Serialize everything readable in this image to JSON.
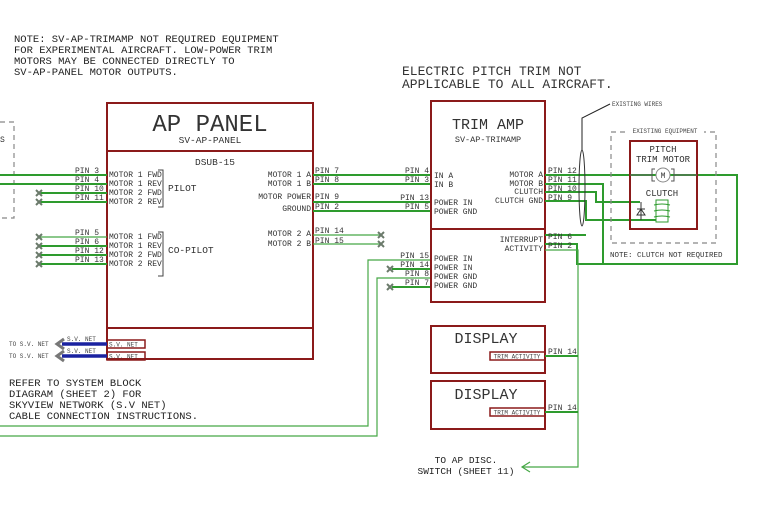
{
  "notes": {
    "trimamp_note": [
      "NOTE: SV-AP-TRIMAMP NOT REQUIRED EQUIPMENT",
      "FOR EXPERIMENTAL AIRCRAFT. LOW-POWER TRIM",
      "MOTORS MAY BE CONNECTED DIRECTLY TO",
      "SV-AP-PANEL MOTOR OUTPUTS."
    ],
    "pitch_trim_note": [
      "ELECTRIC PITCH TRIM NOT",
      "APPLICABLE TO ALL AIRCRAFT."
    ],
    "svnet_note": [
      "REFER TO SYSTEM BLOCK",
      "DIAGRAM (SHEET 2) FOR",
      "SKYVIEW NETWORK (S.V NET)",
      "CABLE CONNECTION INSTRUCTIONS."
    ],
    "existing_wires": "EXISTING WIRES",
    "existing_equipment": "EXISTING EQUIPMENT",
    "clutch_note": "NOTE: CLUTCH NOT REQUIRED",
    "ap_disc": [
      "TO AP DISC.",
      "SWITCH (SHEET 11)"
    ],
    "left_partial": "S"
  },
  "ap_panel": {
    "title": "AP PANEL",
    "model": "SV-AP-PANEL",
    "connector": "DSUB-15",
    "pilot_group": "PILOT",
    "copilot_group": "CO-PILOT",
    "pilot_pins": [
      {
        "pin": "PIN 3",
        "label": "MOTOR 1 FWD"
      },
      {
        "pin": "PIN 4",
        "label": "MOTOR 1 REV"
      },
      {
        "pin": "PIN 10",
        "label": "MOTOR 2 FWD"
      },
      {
        "pin": "PIN 11",
        "label": "MOTOR 2 REV"
      }
    ],
    "copilot_pins": [
      {
        "pin": "PIN 5",
        "label": "MOTOR 1 FWD"
      },
      {
        "pin": "PIN 6",
        "label": "MOTOR 1 REV"
      },
      {
        "pin": "PIN 12",
        "label": "MOTOR 2 FWD"
      },
      {
        "pin": "PIN 13",
        "label": "MOTOR 2 REV"
      }
    ],
    "right_pins": [
      {
        "pin": "PIN 7",
        "label": "MOTOR 1 A"
      },
      {
        "pin": "PIN 8",
        "label": "MOTOR 1 B"
      },
      {
        "pin": "PIN 9",
        "label": "MOTOR POWER"
      },
      {
        "pin": "PIN 2",
        "label": "GROUND"
      },
      {
        "pin": "PIN 14",
        "label": "MOTOR 2 A"
      },
      {
        "pin": "PIN 15",
        "label": "MOTOR 2 B"
      }
    ],
    "svnet_ports": [
      "S.V. NET",
      "S.V. NET"
    ],
    "svnet_wire_label": "S.V. NET",
    "svnet_dest": "TO S.V. NET"
  },
  "trim_amp": {
    "title": "TRIM AMP",
    "model": "SV-AP-TRIMAMP",
    "left_pins_top": [
      {
        "pin": "PIN 4",
        "label": "IN A"
      },
      {
        "pin": "PIN 3",
        "label": "IN B"
      },
      {
        "pin": "PIN 13",
        "label": "POWER IN"
      },
      {
        "pin": "PIN 5",
        "label": "POWER GND"
      }
    ],
    "right_pins_top": [
      {
        "pin": "PIN 12",
        "label": "MOTOR A"
      },
      {
        "pin": "PIN 11",
        "label": "MOTOR B"
      },
      {
        "pin": "PIN 10",
        "label": "CLUTCH"
      },
      {
        "pin": "PIN 9",
        "label": "CLUTCH GND"
      }
    ],
    "left_pins_bottom": [
      {
        "pin": "PIN 15",
        "label": "POWER IN"
      },
      {
        "pin": "PIN 14",
        "label": "POWER IN"
      },
      {
        "pin": "PIN 8",
        "label": "POWER GND"
      },
      {
        "pin": "PIN 7",
        "label": "POWER GND"
      }
    ],
    "right_pins_bottom": [
      {
        "pin": "PIN 6",
        "label": "INTERRUPT"
      },
      {
        "pin": "PIN 2",
        "label": "ACTIVITY"
      }
    ]
  },
  "pitch_trim_motor": {
    "title": [
      "PITCH",
      "TRIM MOTOR"
    ],
    "motor_symbol": "M",
    "clutch": "CLUTCH"
  },
  "displays": [
    {
      "title": "DISPLAY",
      "port": "TRIM ACTIVITY",
      "pin": "PIN 14"
    },
    {
      "title": "DISPLAY",
      "port": "TRIM ACTIVITY",
      "pin": "PIN 14"
    }
  ],
  "colors": {
    "box": "#8b1a1a",
    "wire": "#2e9b2e",
    "net": "#1a22a0",
    "nc_mark": "#6b7a6b"
  }
}
